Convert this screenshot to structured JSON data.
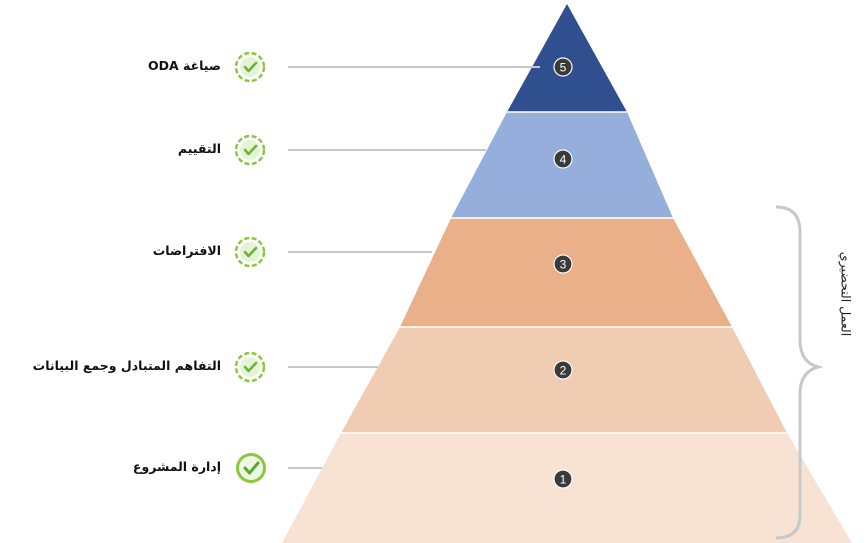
{
  "levels": [
    {
      "number": "5",
      "label": "صياغة ODA",
      "color": "#2f4f8f"
    },
    {
      "number": "4",
      "label": "التقييم",
      "color": "#95aedb"
    },
    {
      "number": "3",
      "label": "الافتراضات",
      "color": "#e9b08a"
    },
    {
      "number": "2",
      "label": "التفاهم المتبادل وجمع البيانات",
      "color": "#f0ccb2"
    },
    {
      "number": "1",
      "label": "إدارة المشروع",
      "color": "#f7e2d3"
    }
  ],
  "bracket_label": "العمل التحضيري",
  "check_color": "#7ac142",
  "check_icon": "check-circle-icon"
}
